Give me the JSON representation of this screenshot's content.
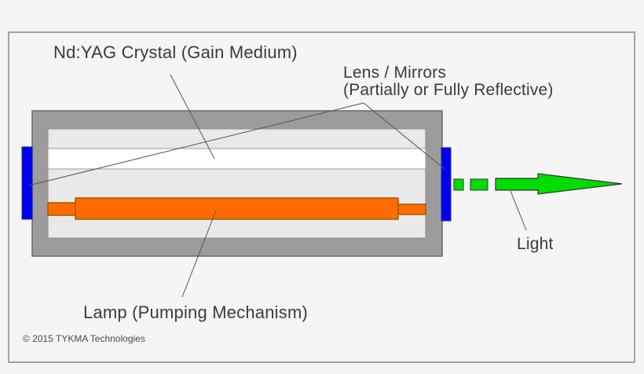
{
  "diagram": {
    "subject": "nd-yag-laser-schematic",
    "labels": {
      "gain_medium": "Nd:YAG Crystal (Gain Medium)",
      "mirrors_line1": "Lens / Mirrors",
      "mirrors_line2": "(Partially or Fully Reflective)",
      "lamp": "Lamp (Pumping Mechanism)",
      "light": "Light"
    },
    "footer": {
      "copyright": "© 2015 TYKMA Technologies"
    },
    "colors": {
      "background": "#f5f4f4",
      "frame_border": "#a3a3a3",
      "housing_gray": "#9c9c9c",
      "cavity_gray": "#e9e9e9",
      "crystal_white": "#ffffff",
      "lamp_orange": "#ff6b00",
      "lamp_outline": "#a35b00",
      "mirror_blue": "#0000ee",
      "mirror_outline": "#2222aa",
      "beam_green": "#00dd00",
      "beam_outline": "#333333",
      "housing_outline": "#696969",
      "leader_line": "#555555",
      "text": "#3b3b3b"
    }
  }
}
